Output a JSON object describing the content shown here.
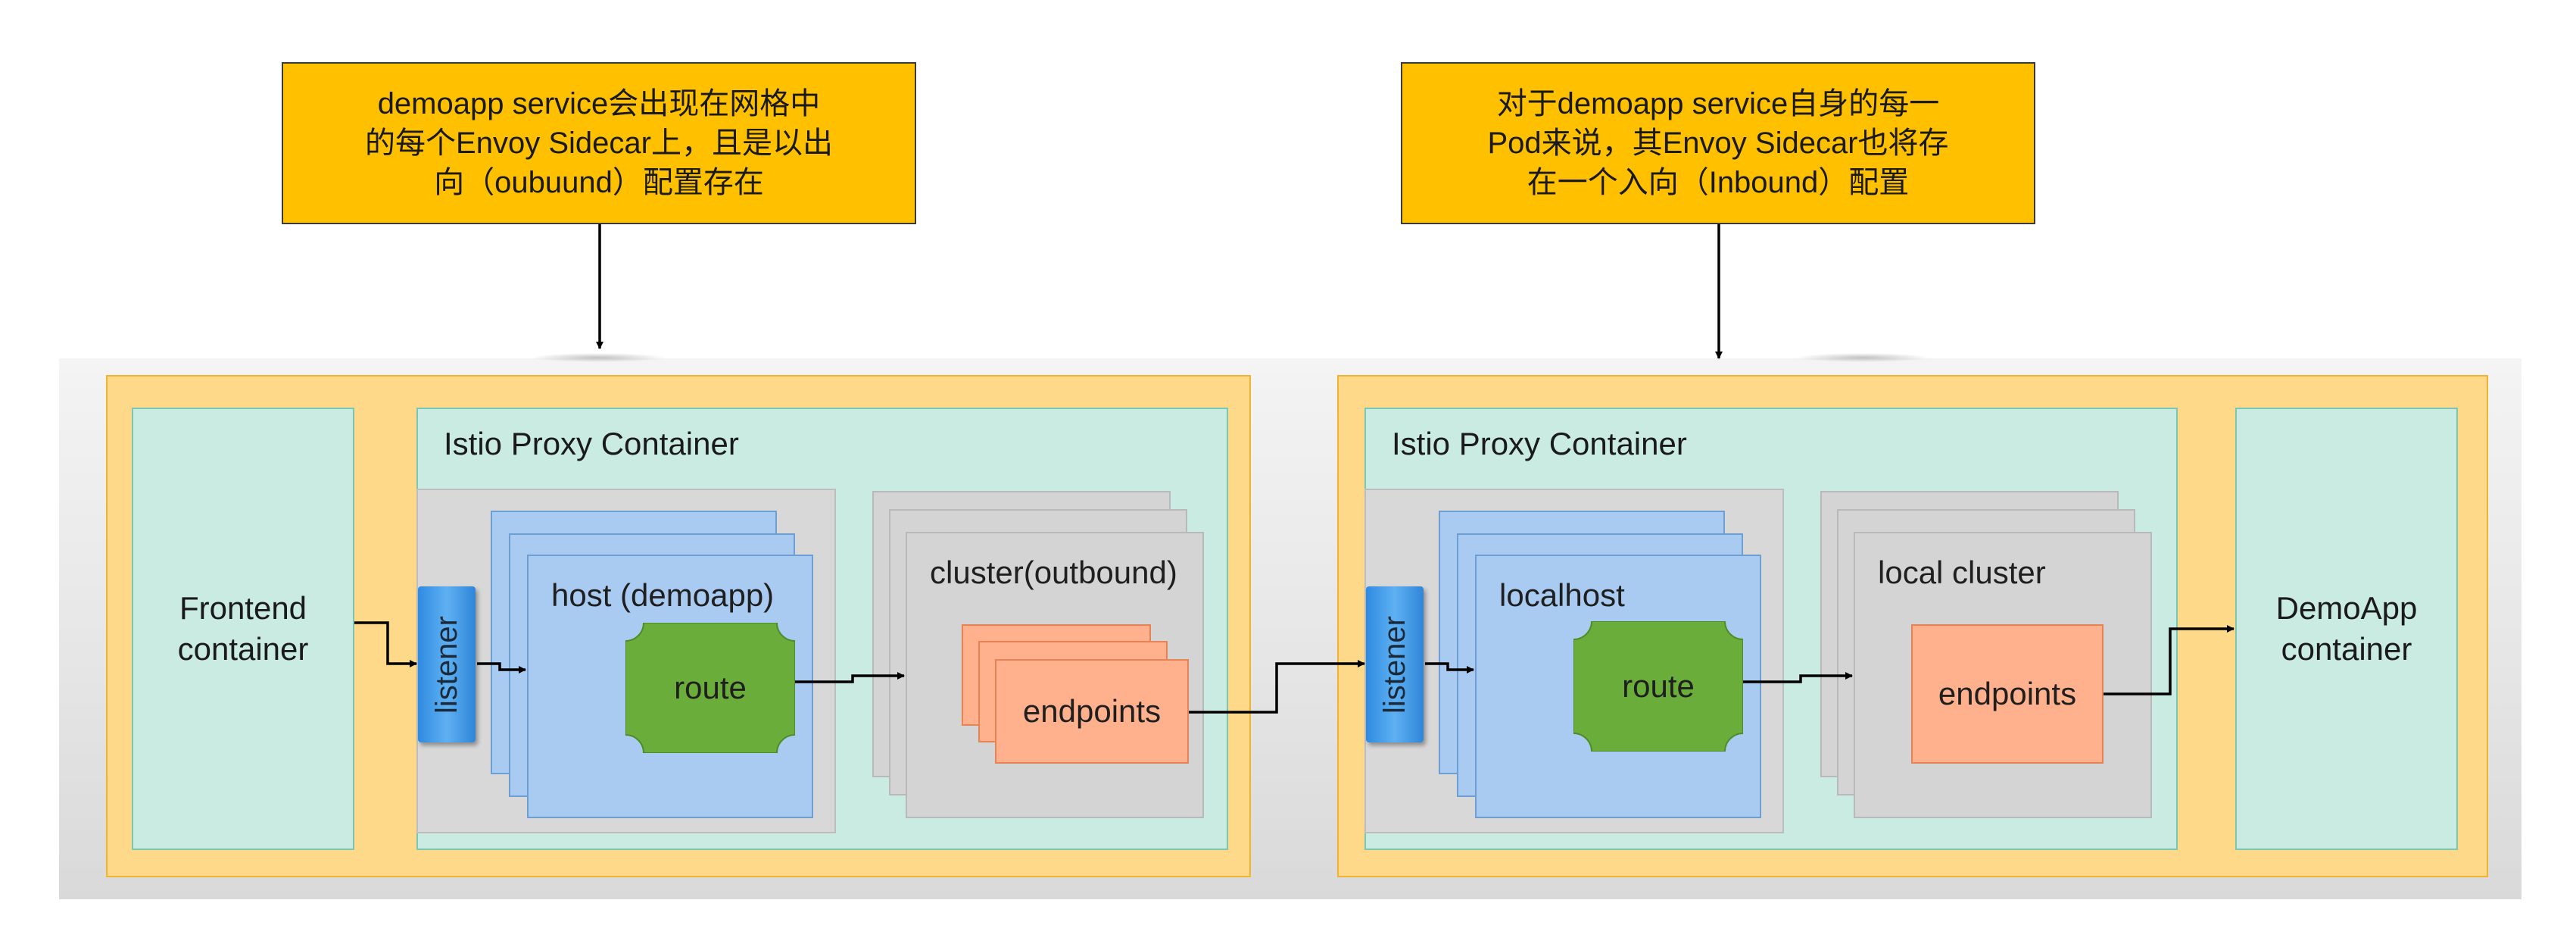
{
  "callouts": {
    "left": "demoapp service会出现在网格中\n的每个Envoy Sidecar上，且是以出\n向（oubuund）配置存在",
    "right": "对于demoapp service自身的每一\nPod来说，其Envoy Sidecar也将存\n在一个入向（Inbound）配置"
  },
  "left_pod": {
    "frontend": "Frontend\ncontainer",
    "proxy_title": "Istio Proxy Container",
    "listener": "listener",
    "host": "host (demoapp)",
    "route": "route",
    "cluster": "cluster(outbound)",
    "endpoints": "endpoints"
  },
  "right_pod": {
    "proxy_title": "Istio Proxy Container",
    "listener": "listener",
    "host": "localhost",
    "route": "route",
    "cluster": "local cluster",
    "endpoints": "endpoints",
    "app": "DemoApp\ncontainer"
  },
  "colors": {
    "callout": "#ffc000",
    "pod": "#ffd98a",
    "container": "#c9ebe2",
    "host": "#a9cbf2",
    "route": "#6aad3a",
    "endpoints": "#ffb08c",
    "listener": "#3f9be8"
  }
}
